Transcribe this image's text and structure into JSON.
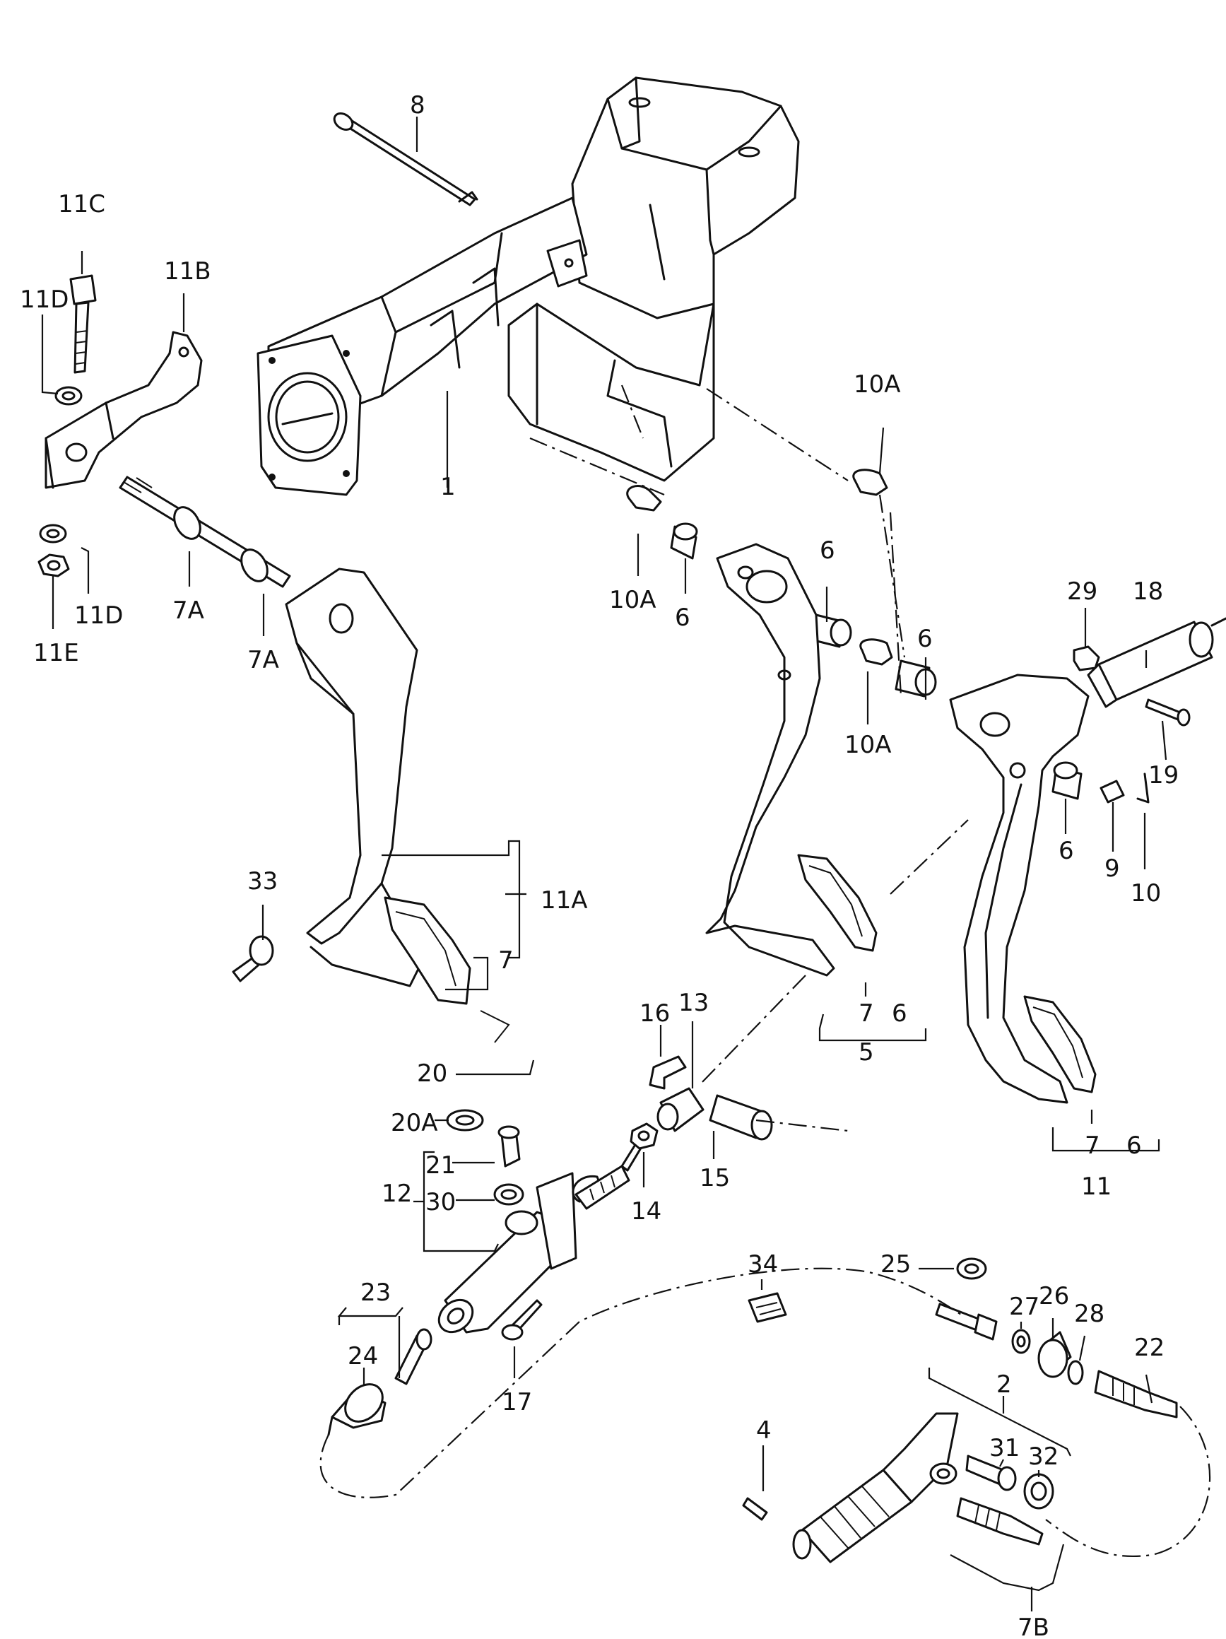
{
  "diagram": {
    "labels": {
      "p1": "1",
      "p2": "2",
      "p4": "4",
      "p5": "5",
      "p6a": "6",
      "p6b": "6",
      "p6c": "6",
      "p6d": "6",
      "p6e": "6",
      "p6f": "6",
      "p7a": "7",
      "p7b": "7",
      "p7c": "7",
      "p7A1": "7A",
      "p7A2": "7A",
      "p7B": "7B",
      "p8": "8",
      "p9": "9",
      "p10": "10",
      "p10A1": "10A",
      "p10A2": "10A",
      "p10A3": "10A",
      "p11": "11",
      "p11A": "11A",
      "p11B": "11B",
      "p11C": "11C",
      "p11D1": "11D",
      "p11D2": "11D",
      "p11E": "11E",
      "p12": "12",
      "p13": "13",
      "p14": "14",
      "p15": "15",
      "p16": "16",
      "p17": "17",
      "p18": "18",
      "p19": "19",
      "p20": "20",
      "p20A": "20A",
      "p21": "21",
      "p22": "22",
      "p23": "23",
      "p24": "24",
      "p25": "25",
      "p26": "26",
      "p27": "27",
      "p28": "28",
      "p29": "29",
      "p30": "30",
      "p31": "31",
      "p32": "32",
      "p33": "33",
      "p34": "34"
    }
  }
}
